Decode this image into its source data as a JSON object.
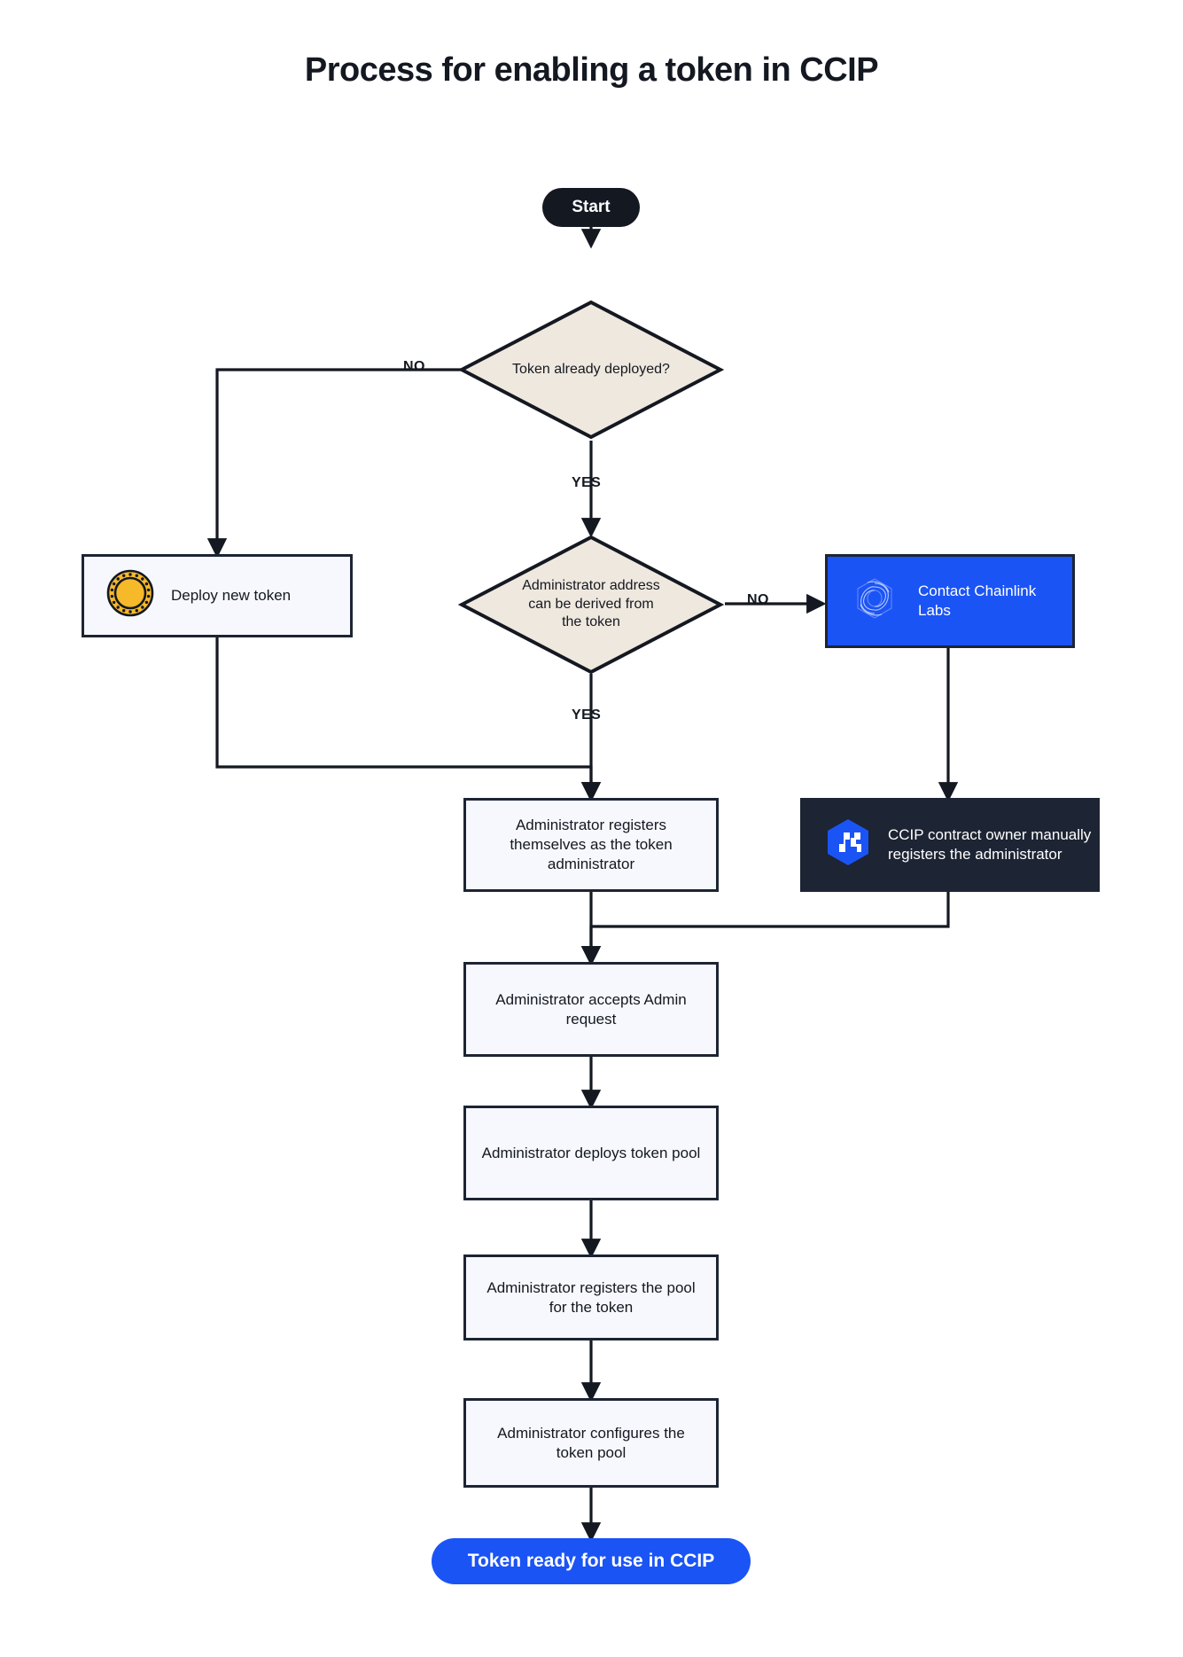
{
  "title": "Process for enabling a token in CCIP",
  "colors": {
    "ink": "#141821",
    "box_fill": "#f6f8fd",
    "box_border": "#1d2433",
    "diamond_fill": "#efe8de",
    "brand_blue": "#1b54f5",
    "dark_panel": "#1d2433",
    "coin_gold": "#f5b92a",
    "page_bg": "#ffffff"
  },
  "nodes": {
    "start": {
      "label": "Start",
      "type": "terminator"
    },
    "decision_deployed": {
      "label": "Token already deployed?",
      "type": "decision"
    },
    "deploy_new_token": {
      "label": "Deploy new token",
      "type": "process",
      "icon": "coin-icon"
    },
    "decision_admin_derived": {
      "label": "Administrator address can be derived from the token",
      "type": "decision"
    },
    "contact_chainlink": {
      "label": "Contact Chainlink Labs",
      "type": "process",
      "icon": "chainlink-logo-icon"
    },
    "ccip_owner_registers": {
      "label": "CCIP contract owner manually registers the administrator",
      "type": "process",
      "icon": "ccip-hex-icon"
    },
    "admin_registers_self": {
      "label": "Administrator registers themselves as the token administrator",
      "type": "process"
    },
    "admin_accepts": {
      "label": "Administrator accepts Admin request",
      "type": "process"
    },
    "admin_deploys_pool": {
      "label": "Administrator deploys token pool",
      "type": "process"
    },
    "admin_registers_pool": {
      "label": "Administrator registers the pool for the token",
      "type": "process"
    },
    "admin_configures_pool": {
      "label": "Administrator configures the token pool",
      "type": "process"
    },
    "end": {
      "label": "Token ready for use in CCIP",
      "type": "terminator"
    }
  },
  "edge_labels": {
    "deployed_no": "NO",
    "deployed_yes": "YES",
    "admin_no": "NO",
    "admin_yes": "YES"
  }
}
